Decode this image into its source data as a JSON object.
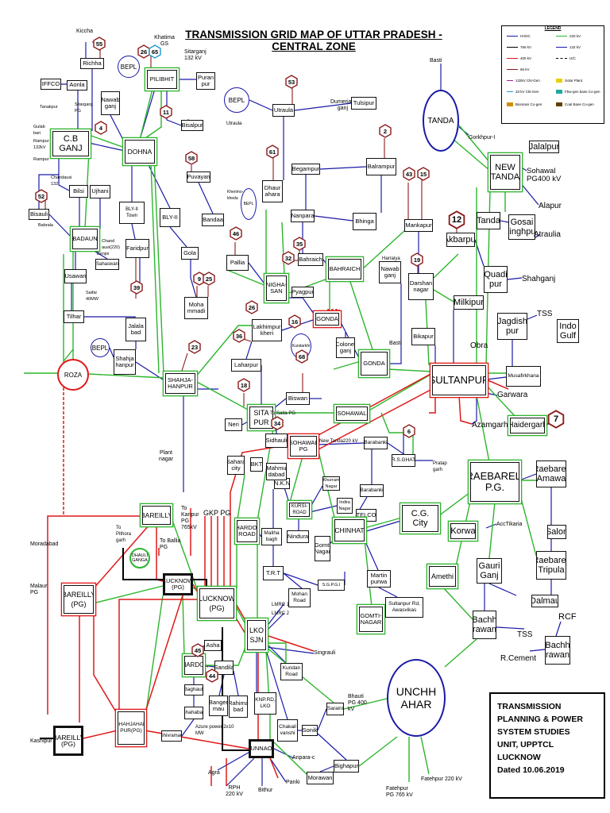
{
  "title": "TRANSMISSION GRID MAP OF UTTAR PRADESH - CENTRAL ZONE",
  "colors": {
    "hvdc": "#1a1aa8",
    "kv765": "#000000",
    "kv400": "#e01818",
    "kv220": "#2db52d",
    "kv132": "#1a1aa8",
    "kv66": "#8b1a1a"
  },
  "legend": {
    "title": "LEGEND",
    "items": [
      "HVDC",
      "765 kV",
      "400 kV",
      "66 kV",
      "220 kV",
      "132 kV",
      "U/C",
      "132kV Ckt-Gen",
      "33 kV Ckt-Gen",
      "Biomass Co-gen",
      "Solar Plant",
      "Fbw-gen base Co-gen",
      "Coal Base Co-gen"
    ]
  },
  "note": {
    "lines": [
      "TRANSMISSION",
      "PLANNING & POWER",
      "SYSTEM STUDIES",
      "UNIT, UPPTCL",
      "LUCKNOW",
      "Dated 10.06.2019"
    ]
  },
  "nodes": {
    "iffco": "IFFCO",
    "aonla": "Aonla",
    "cbganj": "C.B GANJ",
    "richha": "Richha",
    "nawabganj1": "Nawab ganj",
    "bepl1": "BEPL",
    "pilibhit": "PILIBHIT",
    "puranpur": "Puran pur",
    "bisalpur": "Bisalpur",
    "dohna": "DOHNA",
    "bisauli": "Bisauli",
    "bilsi": "Bilsi",
    "ujhani": "Ujhani",
    "badaun": "BADAUN",
    "usawan": "Usawan",
    "sahaswan": "Sahaswan",
    "tilhar": "Tilhar",
    "blytown": "BLY-II Town",
    "faridpur": "Faridpur",
    "blyii": "BLY-II",
    "puvayan": "Puvayan",
    "bandaa": "Bandaa",
    "gola": "Gola",
    "mohammadi": "Moha mmadi",
    "jalalabad": "Jalala bad",
    "bepl2": "BEPL",
    "shahjahanpur": "Shahja hanpur",
    "shahjahanpur2": "SHAHJA-HANPUR",
    "roza": "ROZA",
    "bepl3": "BEPL",
    "utraula": "Utraula",
    "tulsipur": "Tulsipur",
    "dumeriaganj": "Dumeria ganj",
    "dhaurahara": "Dhaur ahara",
    "begampur": "Begampur",
    "balrampur": "Balrampur",
    "nanpara": "Nanpara",
    "bhinga": "Bhinga",
    "bahraich1": "Bahraich",
    "bahraich2": "BAHRAICH",
    "paliia": "Pallia",
    "nighasan": "NIGHA-SAN",
    "payagpur": "Pyagpur",
    "gonda1": "GONDA",
    "colonelganj": "Colonel ganj",
    "gonda2": "GONDA",
    "mankapur": "Mankapur",
    "nawabganj2": "Nawab ganj",
    "darshannagar": "Darshan nagar",
    "lakhimpur": "Lakhimpur kheri",
    "laharpur": "Laharpur",
    "sitapur": "SITA PUR",
    "biswan": "Biswan",
    "neri": "Neri",
    "sidhauli": "Sidhauli",
    "sohawal1": "SOHAWAL",
    "sohawalpg": "SOHAWAL PG",
    "bikapur": "Bikapur",
    "sultanpur": "SULTANPUR",
    "tanda1": "TANDA",
    "newtanda": "NEW TANDA",
    "jalalpur": "Jalalpur",
    "tanda2": "Tanda",
    "akbarpur": "Akbarpur",
    "gosaisinghpur": "Gosai singhpur",
    "quadipur": "Quadi pur",
    "milkipur": "Milkipur",
    "jagdishpur": "Jagdish pur",
    "indogulf": "Indo Gulf",
    "musafirkhana": "Musafirkhana",
    "haidergarh": "Haidergarh",
    "raebarelipg": "RAEBARELI P.G.",
    "raebareliamawa": "Raebareli Amawa",
    "salon": "Salon",
    "raebarelitripula": "Raebareli Tripula",
    "dalmau": "Dalmau",
    "korwa": "Korwa",
    "gauriganj": "Gauri Ganj",
    "amethi": "Amethi",
    "bachhrawan1": "Bachh rawan",
    "bachhrawan2": "Bachh rawan",
    "cgcity": "C.G. City",
    "barabanki1": "Barabanki",
    "rsghat": "R.S.GHAT",
    "barabanki2": "Barabanki",
    "telco": "TELCO",
    "chinhat": "CHINHAT",
    "gomtinagar1": "Gomti Nagar",
    "gomtinagar2": "GOMTI-NAGAR",
    "martinpurwa": "Martin purwa",
    "sultanpurrd": "Sultanpur Rd, Awasvikas",
    "nkn": "N.K.N",
    "khurramnagar": "Khurram Nagar",
    "indiranagar": "Indira Nagar",
    "kursiroad": "KURSI-ROAD",
    "nindura": "Nindura",
    "mahanadabad": "Mahmu dabad",
    "saharacity": "Sahara city",
    "bkt": "BKT",
    "hardoiroad": "HARDOI ROAD",
    "malihabad": "Maliha bagh",
    "trt": "T.R.T",
    "mohanroad": "Mohan Road",
    "sgpgi": "S.G.P.G.I",
    "lkosjn": "LKO SJN",
    "lucknowpg1": "LUCKNOW (PG)",
    "lucknowpg2": "LUCKNOW (PG)",
    "bareilly1": "BAREILLY",
    "bareillypg1": "BAREILLY (PG)",
    "bareillypg2": "BAREILLY (PG)",
    "shahjahanpurpg": "SHAHJAHAN PUR(PG)",
    "asha": "Asha",
    "hardoi": "HARDOI",
    "sandila": "Sandila",
    "baghauli": "Baghauli",
    "shahabad": "Shahabad",
    "bangermau": "Banger mau",
    "rahimabad": "Rahima bad",
    "knprd": "KNP.RD, LKO",
    "kundanroad": "Kundan Road",
    "chakaivanshi": "Chakail vanshi",
    "sonik": "Sonik",
    "sarairi": "Saraini",
    "bighapur": "Bighapur",
    "morawan": "Morawan",
    "unnao": "UNNAO",
    "shivramau": "Shivramau",
    "unchhahar": "UNCHH AHAR",
    "dhaulaganga": "DHAULI GANGA",
    "kharimohaldan": "Kherimo-kheda",
    "bepl4": "BEPL"
  },
  "labels": {
    "kiccha": "Kiccha",
    "khatima": "Khatima GS",
    "sitarganj": "Sitarganj 132 kV",
    "tanakpur": "Tanakpur",
    "sitarganjpg": "Sitarganj PG",
    "gulab": "Gulab bari",
    "rampur": "Rampur 132kV",
    "rampur2": "Rampur",
    "chandausi": "Chandausi 132",
    "babrala": "Babrala",
    "chandausi2": "Chand ausi(220)",
    "benjoi": "Benjoi",
    "saifa": "Saifai 40MW",
    "plantnagar": "Plant nagar",
    "tokanpur": "To Kanpur PG 765kV",
    "gkppg": "GKP PG",
    "toballiapg": "To Ballia PG",
    "topithora": "To Pithora garh",
    "moradabad": "Moradabad",
    "malaurpg": "Malaur PG",
    "kashipur": "Kashipur",
    "agra": "Agra",
    "rph": "RPH 220 kV",
    "bithur": "Bithur",
    "panki": "Panki",
    "anpara": "Anpara-c",
    "fatehpur765": "Fatehpur PG 765 kV",
    "fatehpur220": "Fatehpur 220 kV",
    "bhautipg": "Bhauti PG 400 kV",
    "singrauli": "Singrauli",
    "lmrc1": "LMRC 1",
    "lmrc2": "LMRC 2",
    "azurepower": "Azure power 2x10 MW",
    "basti1": "Basti",
    "gorakhpur": "Gorkhpur-I",
    "sohawalpg400": "Sohawal PG400 kV",
    "alapur": "Alapur",
    "atraulia": "Atraulia",
    "shahganj": "Shahganj",
    "tss1": "TSS",
    "obra": "Obra",
    "garwara": "Garwara",
    "azamgarh": "Azamgarh",
    "newtanda220": "New Tanda220 kV",
    "tosaitpg": "To Saita PG",
    "pratapgarh": "Pratap garh",
    "acctikaria": "AccTikaria",
    "rcf": "RCF",
    "rcement": "R.Cement",
    "basti2": "Basti",
    "harraiya": "Harraiya",
    "kundarkhi": "Kundarkhi",
    "tss": "TSS"
  },
  "hexes": [
    "55",
    "26",
    "65",
    "4",
    "52",
    "58",
    "39",
    "9",
    "25",
    "23",
    "53",
    "61",
    "2",
    "43",
    "15",
    "46",
    "35",
    "32",
    "19",
    "26",
    "16",
    "36",
    "18",
    "68",
    "34",
    "6",
    "7",
    "12",
    "45",
    "44",
    "11"
  ]
}
